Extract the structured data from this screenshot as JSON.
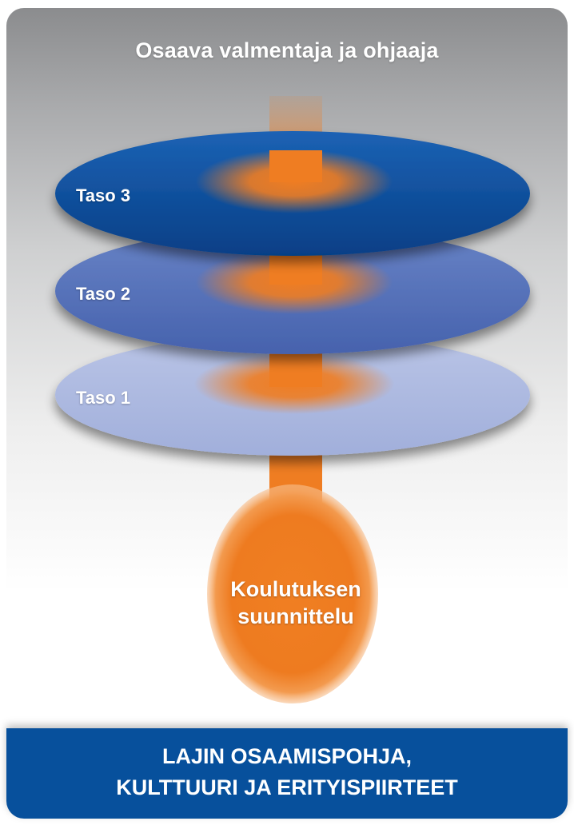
{
  "title": "Osaava valmentaja ja ohjaaja",
  "levels": [
    {
      "label": "Taso 3",
      "color": "#0b4fa0"
    },
    {
      "label": "Taso 2",
      "color": "#5471b9"
    },
    {
      "label": "Taso 1",
      "color": "#aab7df"
    }
  ],
  "center": {
    "line1": "Koulutuksen",
    "line2": "suunnittelu",
    "color": "#ef7d22"
  },
  "footer": {
    "line1": "LAJIN OSAAMISPOHJA,",
    "line2": "KULTTUURI JA ERITYISPIIRTEET",
    "color": "#07509c"
  }
}
